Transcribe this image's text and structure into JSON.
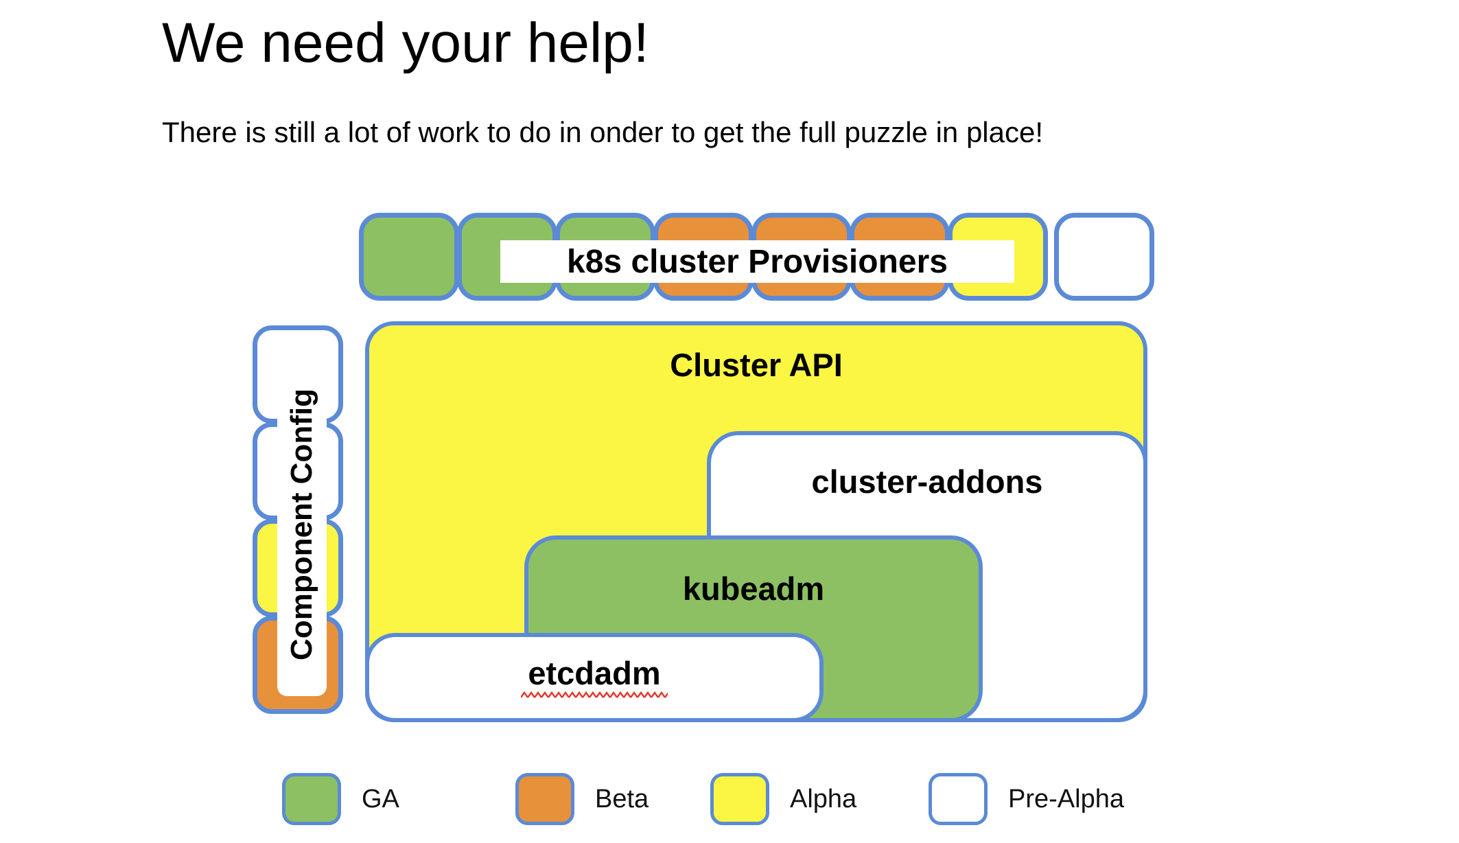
{
  "page": {
    "title": "We need your help!",
    "subtitle": "There is still a lot of work to do in onder to get the full puzzle in place!"
  },
  "colors": {
    "ga_green": "#8DC063",
    "beta_orange": "#E8913B",
    "alpha_yellow": "#FBF544",
    "prealpha_white": "#FFFFFF",
    "border_blue": "#5B8AD6",
    "squiggle_red": "#DE382C",
    "text_black": "#000000"
  },
  "diagram": {
    "provisioners": {
      "label": "k8s cluster Provisioners",
      "squares": [
        "ga",
        "ga",
        "ga",
        "beta",
        "beta",
        "beta",
        "alpha",
        "prealpha"
      ]
    },
    "component_config": {
      "label": "Component Config",
      "squares": [
        "prealpha",
        "prealpha",
        "alpha",
        "beta"
      ]
    },
    "blocks": [
      {
        "id": "cluster-api",
        "label": "Cluster API",
        "status": "alpha"
      },
      {
        "id": "cluster-addons",
        "label": "cluster-addons",
        "status": "prealpha"
      },
      {
        "id": "kubeadm",
        "label": "kubeadm",
        "status": "ga"
      },
      {
        "id": "etcdadm",
        "label": "etcdadm",
        "status": "prealpha",
        "spellcheck_underline": true
      }
    ]
  },
  "legend": [
    {
      "label": "GA",
      "status": "ga"
    },
    {
      "label": "Beta",
      "status": "beta"
    },
    {
      "label": "Alpha",
      "status": "alpha"
    },
    {
      "label": "Pre-Alpha",
      "status": "prealpha"
    }
  ]
}
